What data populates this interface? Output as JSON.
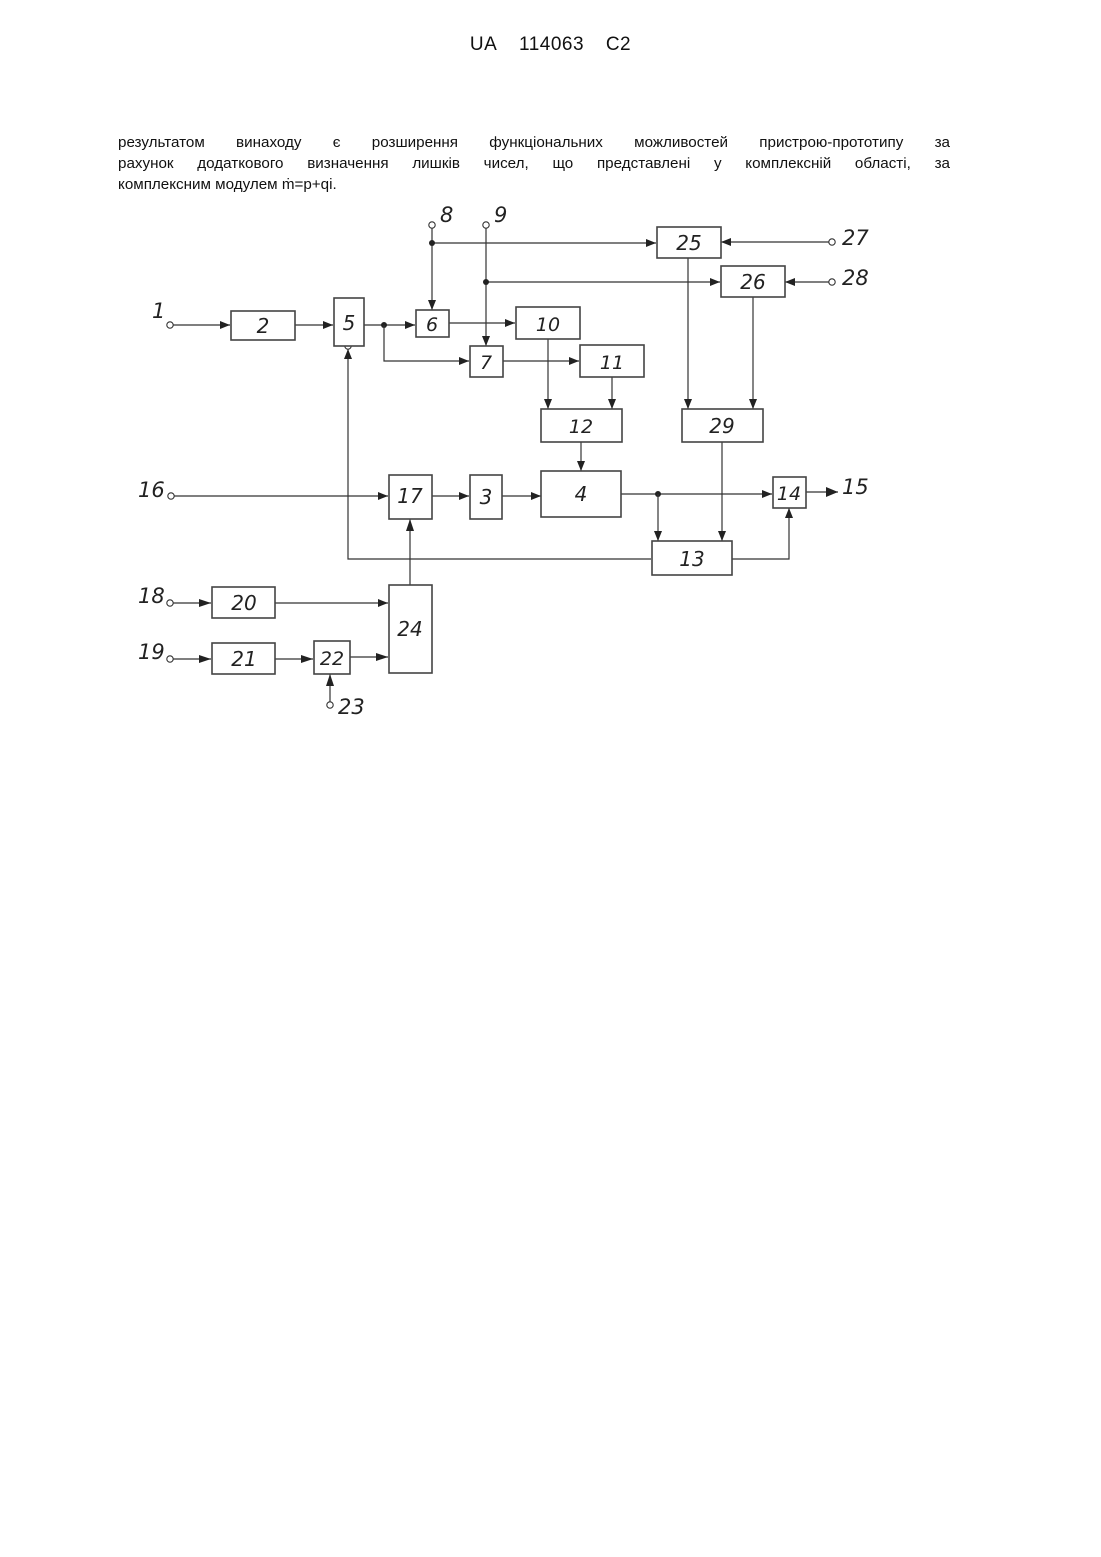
{
  "header": {
    "country": "UA",
    "number": "114063",
    "kind": "C2"
  },
  "paragraph": {
    "lines": [
      "результатом винаходу є розширення функціональних можливостей пристрою-прототипу за",
      "рахунок додаткового визначення лишків чисел, що представлені у комплексній області, за",
      "комплексним модулем ṁ=p+qi."
    ]
  },
  "figure": {
    "blocks": [
      "2",
      "3",
      "4",
      "5",
      "6",
      "7",
      "10",
      "11",
      "12",
      "13",
      "14",
      "17",
      "20",
      "21",
      "22",
      "24",
      "25",
      "26",
      "29"
    ],
    "terminals": [
      "1",
      "8",
      "9",
      "15",
      "16",
      "18",
      "19",
      "23",
      "27",
      "28"
    ]
  }
}
